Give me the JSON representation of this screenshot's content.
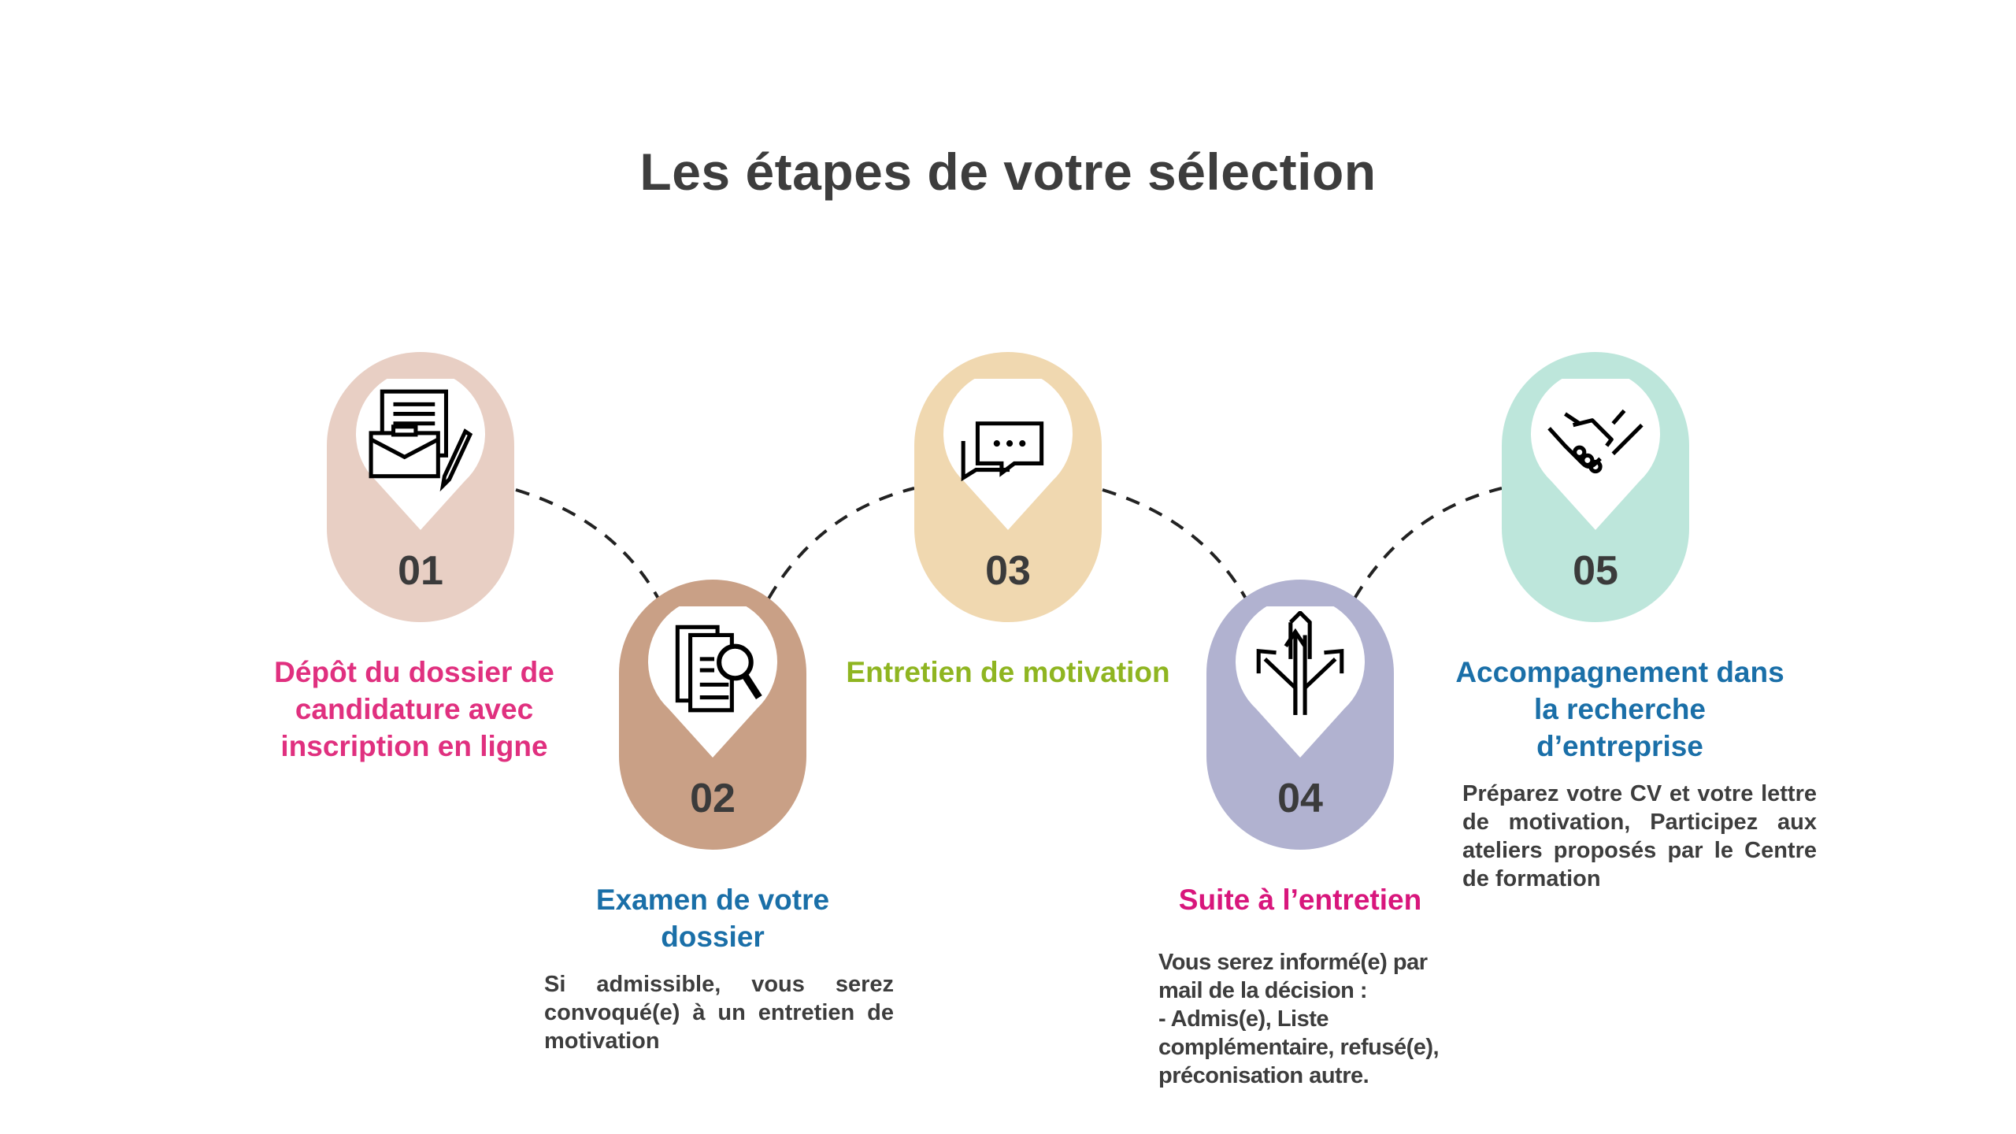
{
  "title": "Les étapes de votre sélection",
  "steps": [
    {
      "number": "01",
      "label": "Dépôt du dossier de candidature avec inscription en ligne",
      "icon": "briefcase-document-icon",
      "color": "#e8cfc4",
      "label_color": "#e0307f"
    },
    {
      "number": "02",
      "label": "Examen de votre dossier",
      "description": "Si admissible, vous serez convoqué(e) à un entretien de motivation",
      "icon": "document-search-icon",
      "color": "#c9a086",
      "label_color": "#1a6fa8"
    },
    {
      "number": "03",
      "label": "Entretien de motivation",
      "icon": "chat-bubbles-icon",
      "color": "#f0d8b0",
      "label_color": "#8fb521"
    },
    {
      "number": "04",
      "label": "Suite à l’entretien",
      "description_lines": [
        "Vous serez informé(e) par",
        "mail de la décision :",
        "- Admis(e), Liste",
        "complémentaire, refusé(e),",
        "préconisation autre."
      ],
      "icon": "split-arrows-icon",
      "color": "#b1b2d0",
      "label_color": "#d8167c"
    },
    {
      "number": "05",
      "label": "Accompagnement dans la recherche d’entreprise",
      "description": "Préparez votre CV et votre lettre de motivation, Participez aux ateliers proposés par le Centre de formation",
      "icon": "handshake-icon",
      "color": "#bde6db",
      "label_color": "#1a6fa8"
    }
  ]
}
